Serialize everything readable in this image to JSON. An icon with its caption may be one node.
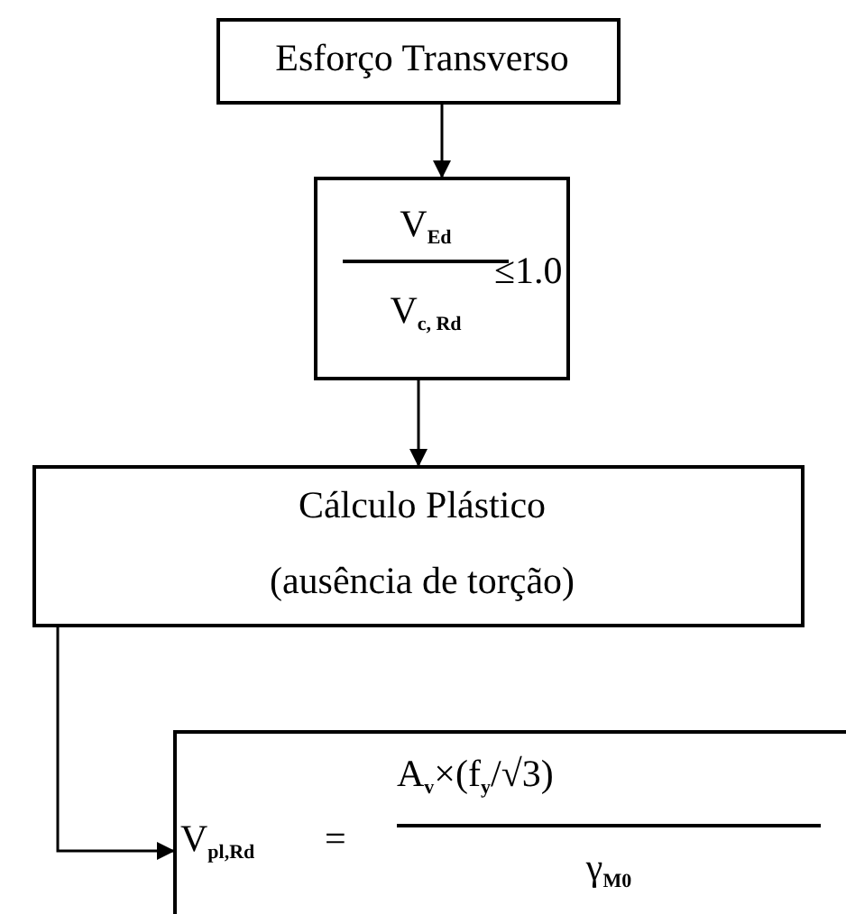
{
  "diagram": {
    "nodes": [
      {
        "text": [
          "Esforço Transverso"
        ]
      },
      {
        "text": [
          "V$_{Ed}$",
          "V$_{c, Rd}$",
          "≤1.0"
        ]
      },
      {
        "text": [
          "Cálculo Plástico",
          "(ausência de torção)"
        ]
      },
      {
        "text": [
          "V$_{pl,Rd}$",
          "=",
          "A$_{v}$×(f$_{y}$/√3)",
          "γ$_{M0}$"
        ]
      }
    ],
    "edges": [
      {
        "from": 0,
        "to": 1,
        "arrow": "to"
      },
      {
        "from": 1,
        "to": 2,
        "arrow": "to"
      },
      {
        "from": 2,
        "to": 3,
        "arrow": "to"
      }
    ]
  }
}
